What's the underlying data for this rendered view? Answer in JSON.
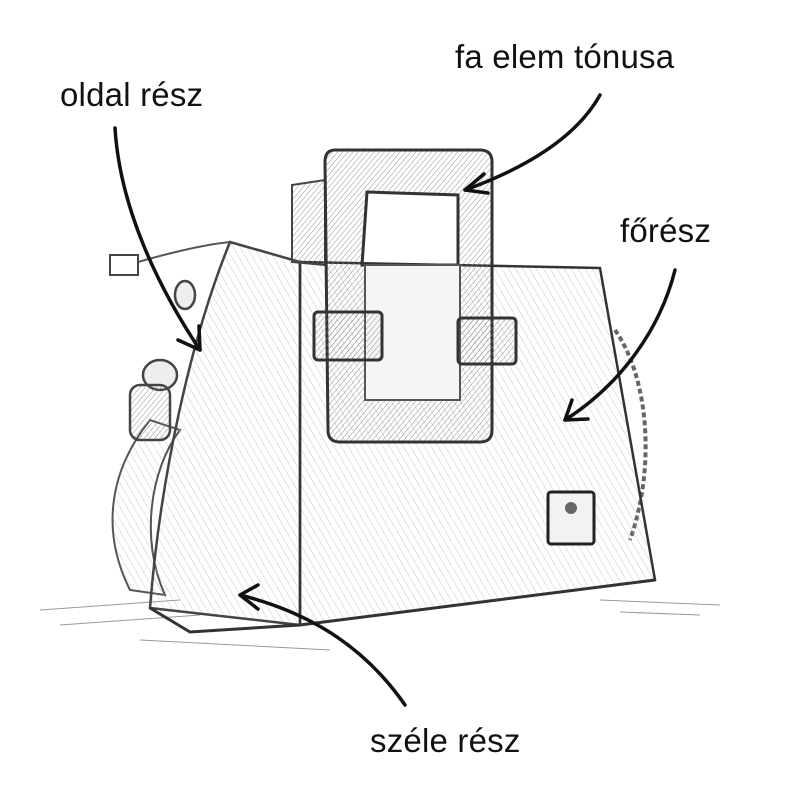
{
  "labels": {
    "side": "oldal rész",
    "wood": "fa elem tónusa",
    "main": "főrész",
    "edge": "széle rész"
  },
  "colors": {
    "ink": "#111111",
    "pencil": "#555555",
    "shade": "#9a9a9a"
  }
}
